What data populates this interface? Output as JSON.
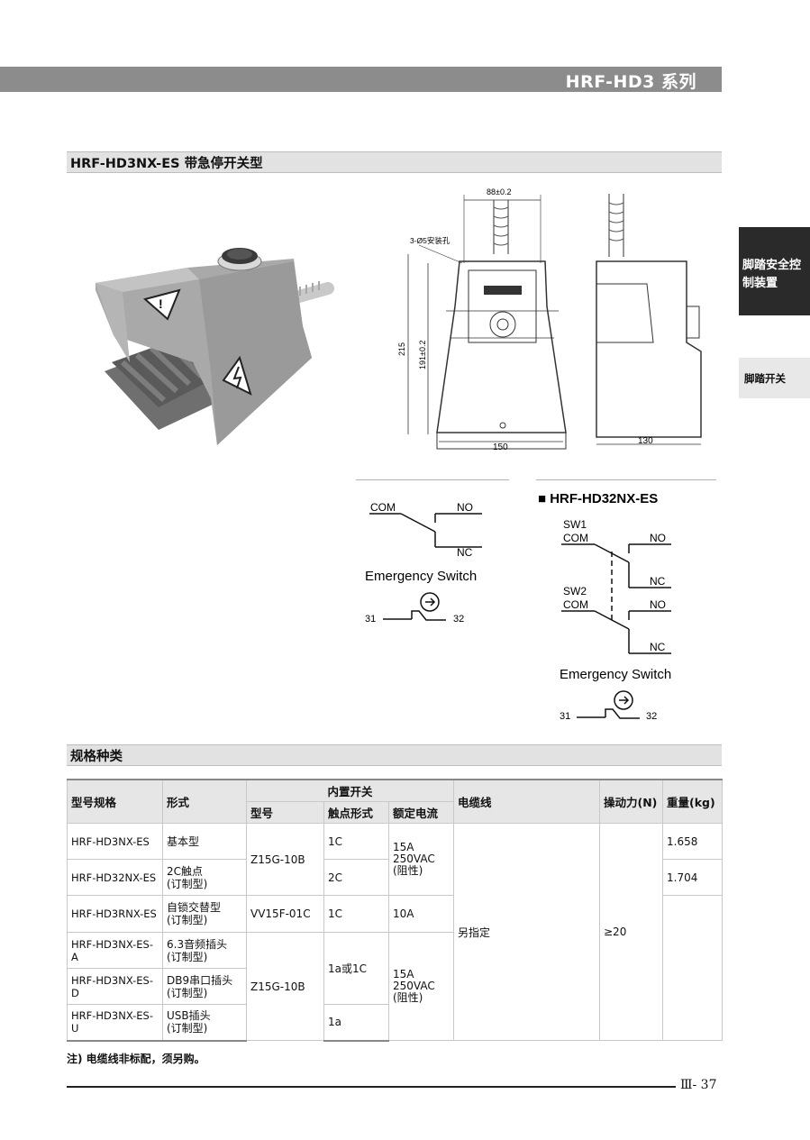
{
  "series_title": "HRF-HD3 系列",
  "section_title": "HRF-HD3NX-ES 带急停开关型",
  "side_tabs": {
    "safety": "脚踏安全控制装置",
    "foot_switch": "脚踏开关"
  },
  "dimensions": {
    "width_top": "88±0.2",
    "mount_holes": "3-Ø5安装孔",
    "height_total": "215",
    "height_inner": "191±0.2",
    "width_bottom": "150",
    "depth": "130"
  },
  "wiring_single": {
    "com": "COM",
    "no": "NO",
    "nc": "NC",
    "emergency": "Emergency Switch",
    "t31": "31",
    "t32": "32"
  },
  "wiring_double": {
    "title": "■ HRF-HD32NX-ES",
    "sw1": "SW1",
    "sw2": "SW2",
    "com": "COM",
    "no": "NO",
    "nc": "NC",
    "emergency": "Emergency Switch",
    "t31": "31",
    "t32": "32"
  },
  "spec_title": "规格种类",
  "table": {
    "headers": {
      "model": "型号规格",
      "form": "形式",
      "internal_switch": "内置开关",
      "switch_model": "型号",
      "contact": "触点形式",
      "rated_current": "额定电流",
      "cable": "电缆线",
      "force": "操动力(N)",
      "weight": "重量(kg)"
    },
    "rows": [
      {
        "model": "HRF-HD3NX-ES",
        "form": "基本型"
      },
      {
        "model": "HRF-HD32NX-ES",
        "form": "2C触点\n(订制型)"
      },
      {
        "model": "HRF-HD3RNX-ES",
        "form": "自锁交替型\n(订制型)"
      },
      {
        "model": "HRF-HD3NX-ES-A",
        "form": "6.3音频插头\n(订制型)"
      },
      {
        "model": "HRF-HD3NX-ES-D",
        "form": "DB9串口插头\n(订制型)"
      },
      {
        "model": "HRF-HD3NX-ES-U",
        "form": "USB插头\n(订制型)"
      }
    ],
    "switch_model_1": "Z15G-10B",
    "switch_model_2": "VV15F-01C",
    "switch_model_3": "Z15G-10B",
    "contact_1": "1C",
    "contact_2": "2C",
    "contact_3": "1C",
    "contact_4": "1a或1C",
    "contact_5": "1a",
    "current_1": "15A\n250VAC\n(阻性)",
    "current_2": "10A",
    "current_3": "15A\n250VAC\n(阻性)",
    "cable": "另指定",
    "force": "≥20",
    "weight_1": "1.658",
    "weight_2": "1.704"
  },
  "note": "注) 电缆线非标配，须另购。",
  "page_number": "Ⅲ- 37"
}
